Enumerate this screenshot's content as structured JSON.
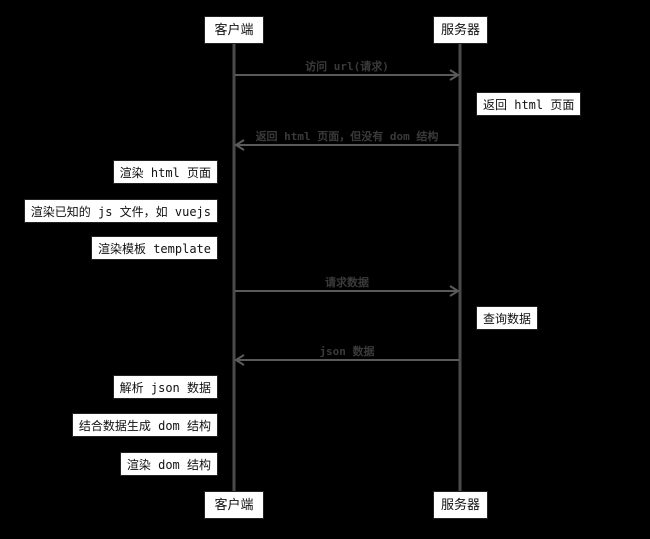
{
  "participants": {
    "client": "客户端",
    "server": "服务器"
  },
  "messages": [
    {
      "label": "访问 url(请求)",
      "from": "client",
      "to": "server"
    },
    {
      "label": "返回 html 页面，但没有 dom 结构",
      "from": "server",
      "to": "client"
    },
    {
      "label": "请求数据",
      "from": "client",
      "to": "server"
    },
    {
      "label": "json 数据",
      "from": "server",
      "to": "client"
    }
  ],
  "notes": {
    "server_return_html": "返回 html 页面",
    "render_html": "渲染 html 页面",
    "render_js": "渲染已知的 js 文件，如 vuejs",
    "render_template": "渲染模板 template",
    "query_data": "查询数据",
    "parse_json": "解析 json 数据",
    "build_dom": "结合数据生成 dom 结构",
    "render_dom": "渲染 dom 结构"
  },
  "colors": {
    "background": "#000000",
    "lifeline": "#4a4a4a",
    "arrow": "#5a5a5a",
    "box": "#ffffff"
  }
}
